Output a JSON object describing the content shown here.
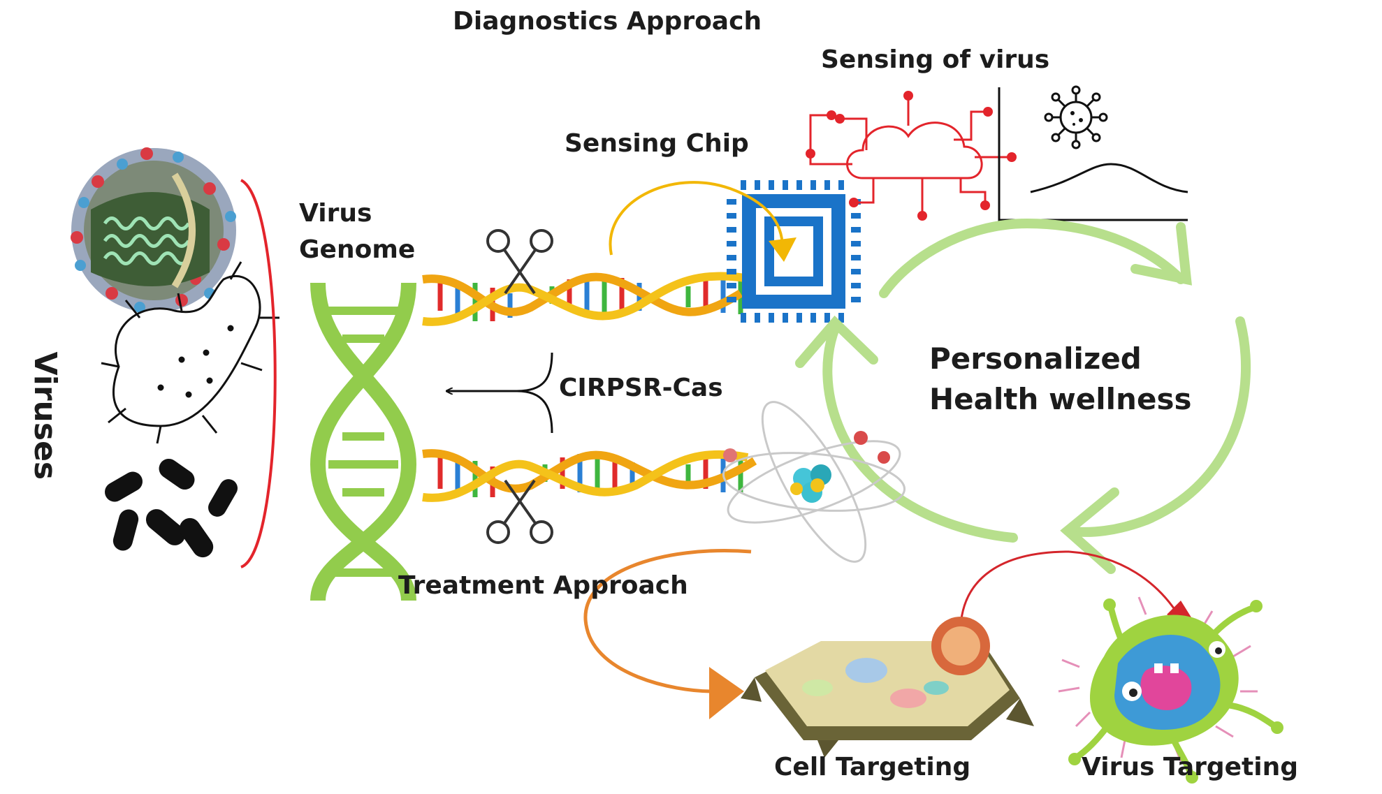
{
  "labels": {
    "diagnostics": "Diagnostics Approach",
    "sensing_virus": "Sensing of virus",
    "sensing_chip": "Sensing Chip",
    "virus_genome_line1": "Virus",
    "virus_genome_line2": "Genome",
    "viruses": "Viruses",
    "cirpsr": "CIRPSR-Cas",
    "personalized_line1": "Personalized",
    "personalized_line2": "Health wellness",
    "treatment": "Treatment Approach",
    "cell_targeting": "Cell Targeting",
    "virus_targeting": "Virus Targeting"
  },
  "icons": [
    "virus-particle-icon",
    "bacterium-icon",
    "rod-bacteria-icon",
    "dna-double-helix-icon",
    "scissors-icon",
    "sensing-chip-icon",
    "cloud-network-icon",
    "virus-graph-icon",
    "atom-icon",
    "animal-cell-icon",
    "cartoon-virus-icon"
  ],
  "colors": {
    "cycle": "#b7df8c",
    "dna_backbone": "#f0a512",
    "chip": "#1a73c8",
    "cloud": "#e3242b",
    "bracket": "#e3242b",
    "treatment_arrow": "#e8862d",
    "target_arrow": "#d4252b"
  }
}
